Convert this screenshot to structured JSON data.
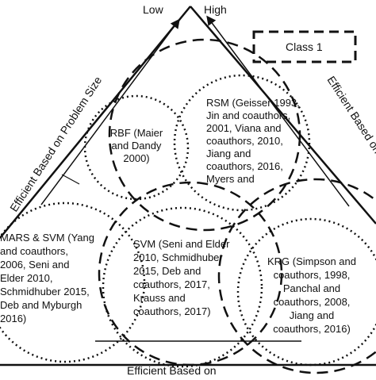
{
  "scale": {
    "low": "Low",
    "high": "High"
  },
  "legend": {
    "label": "Class 1"
  },
  "axes": {
    "left": "Efficient Based on Problem Size",
    "right": "Efficient Based on",
    "bottom": "Efficient Based on"
  },
  "methods": {
    "rbf": [
      "RBF (Maier",
      "and Dandy",
      "2000)"
    ],
    "rsm": [
      "RSM (Geisser 1993,",
      "Jin and coauthors,",
      "2001, Viana and",
      "coauthors, 2010,",
      "Jiang and",
      "coauthors, 2016,",
      "Myers and"
    ],
    "mars_svm": [
      "MARS & SVM (Yang",
      "and coauthors,",
      "2006, Seni and",
      "Elder 2010,",
      "Schmidhuber 2015,",
      "Deb and Myburgh",
      "2016)"
    ],
    "svm": [
      "SVM (Seni and Elder",
      "2010, Schmidhuber",
      "2015, Deb and",
      "coauthors, 2017,",
      "Krauss and",
      "coauthors, 2017)"
    ],
    "krg": [
      "KRG (Simpson and",
      "coauthors, 1998,",
      "Panchal and",
      "coauthors, 2008,",
      "Jiang and",
      "coauthors, 2016)"
    ]
  }
}
